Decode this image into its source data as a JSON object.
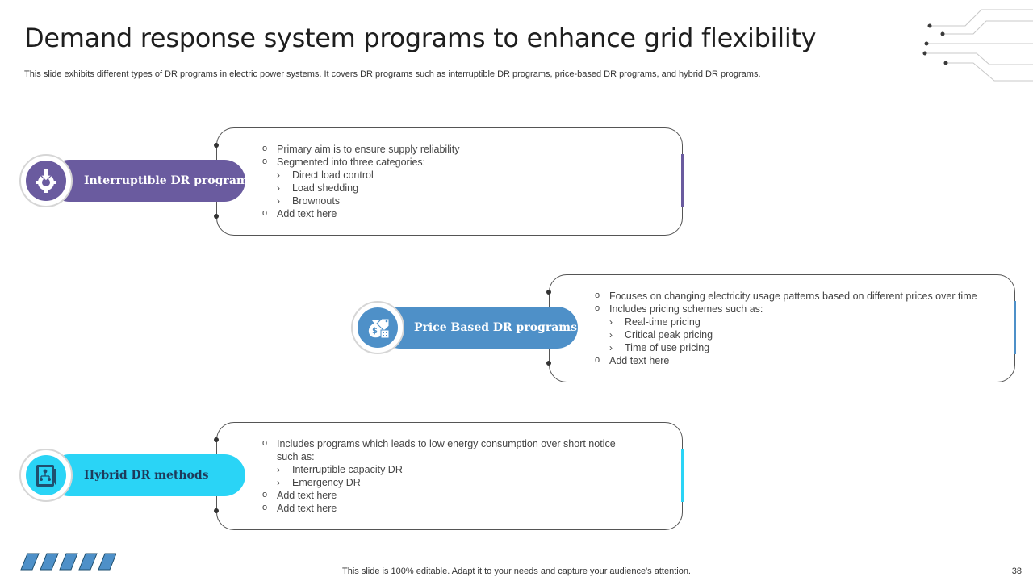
{
  "slide": {
    "title": "Demand response system programs to enhance grid flexibility",
    "subtitle": "This slide exhibits different types of DR programs in electric power systems. It covers DR programs such as interruptible DR programs, price-based DR programs, and hybrid DR programs.",
    "footer": "This slide is 100% editable. Adapt it to your needs and capture your audience's attention.",
    "page_number": "38"
  },
  "colors": {
    "interruptible": "#6a5b9f",
    "price": "#4e90c8",
    "hybrid": "#2ad4f6"
  },
  "programs": [
    {
      "label": "Interruptible DR program",
      "icon": "gear-download-icon",
      "bullets": [
        "Primary aim is to ensure supply reliability",
        "Segmented into three categories:",
        "Add text here"
      ],
      "sub_bullets": [
        "Direct load control",
        "Load shedding",
        "Brownouts"
      ]
    },
    {
      "label": "Price Based DR programs",
      "icon": "money-bag-price-tag-icon",
      "bullets": [
        "Focuses on changing electricity usage patterns based on different prices over time",
        "Includes pricing schemes such as:",
        "Add text here"
      ],
      "sub_bullets": [
        "Real-time pricing",
        "Critical peak pricing",
        "Time of use pricing"
      ]
    },
    {
      "label": "Hybrid DR methods",
      "icon": "network-board-icon",
      "bullets": [
        "Includes programs which leads to low energy consumption over short notice such as:",
        "Add text here",
        "Add text here"
      ],
      "sub_bullets": [
        "Interruptible capacity DR",
        "Emergency DR"
      ]
    }
  ]
}
